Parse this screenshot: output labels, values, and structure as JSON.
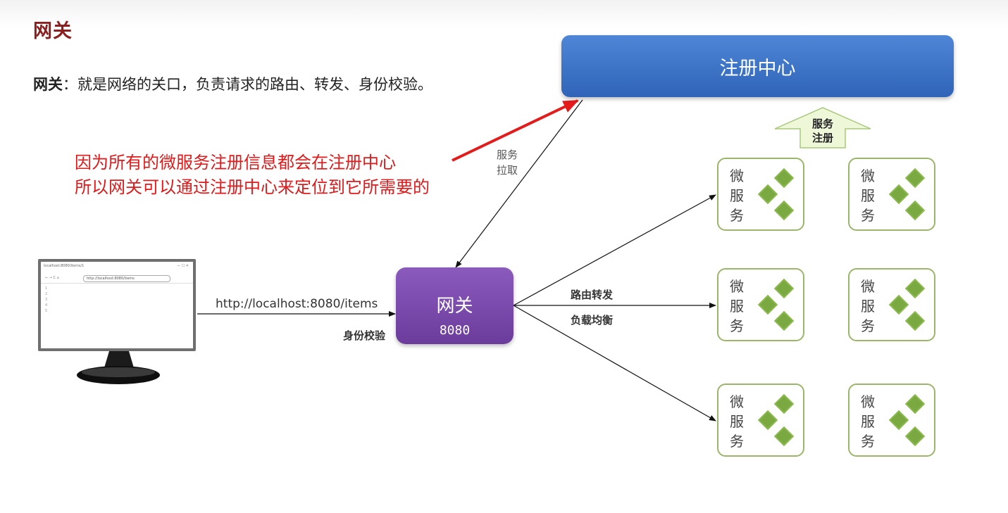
{
  "title": "网关",
  "subtitle": {
    "term": "网关",
    "text": "：就是网络的关口，负责请求的路由、转发、身份校验。"
  },
  "note": {
    "line1": "因为所有的微服务注册信息都会在注册中心",
    "line2": "所以网关可以通过注册中心来定位到它所需要的"
  },
  "registry": {
    "label": "注册中心"
  },
  "registry_up_arrow": {
    "line1": "服务",
    "line2": "注册"
  },
  "pull": {
    "line1": "服务",
    "line2": "拉取"
  },
  "gateway": {
    "name": "网关",
    "port": "8080",
    "auth_label": "身份校验"
  },
  "routing": {
    "route": "路由转发",
    "balance": "负载均衡"
  },
  "client": {
    "url": "http://localhost:8080/items",
    "tab_title": "localhost:8080/items/1",
    "address_bar": "http://localhost:8080/items",
    "line_numbers": [
      "1",
      "2",
      "3",
      "4",
      "5"
    ]
  },
  "service_label": {
    "l1": "微",
    "l2": "服",
    "l3": "务"
  },
  "colors": {
    "title": "#8b1e1e",
    "note": "#e0191a",
    "registry": "#3a70c4",
    "gateway": "#7a4aae",
    "service_border": "#9bb56a",
    "diamond": "#7aa841",
    "red_arrow": "#e51a1a"
  }
}
